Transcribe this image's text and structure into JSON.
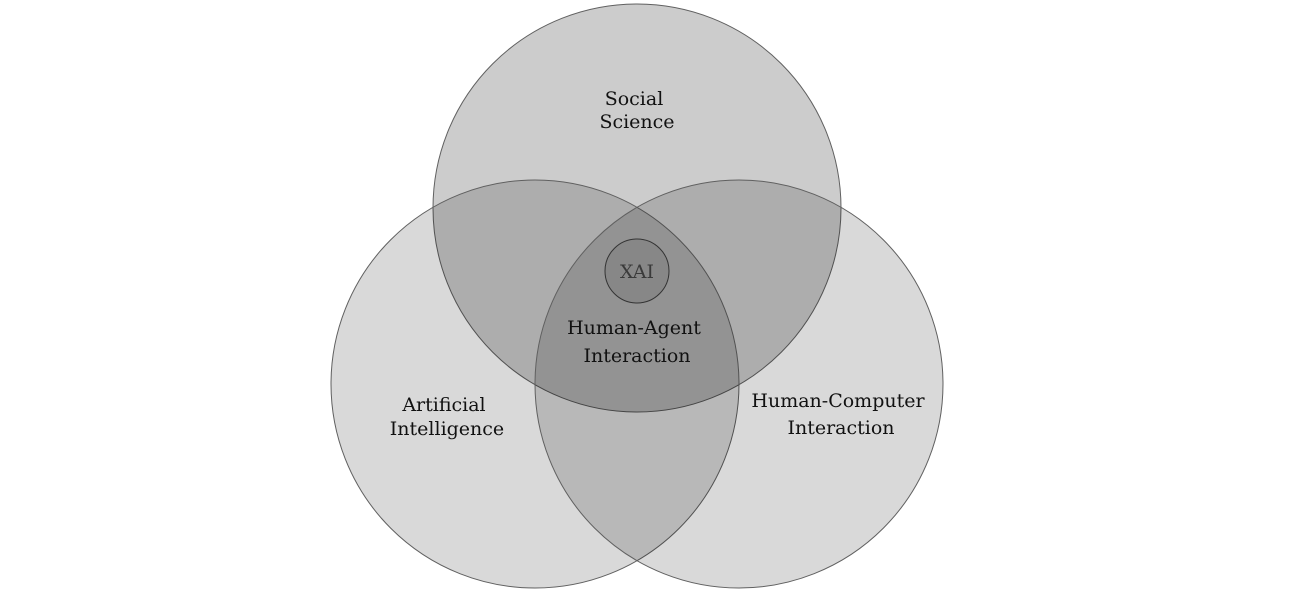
{
  "diagram": {
    "type": "venn",
    "sets": [
      {
        "id": "social-science",
        "lines": [
          "Social",
          "Science"
        ]
      },
      {
        "id": "artificial-intelligence",
        "lines": [
          "Artificial",
          "Intelligence"
        ]
      },
      {
        "id": "human-computer-interaction",
        "lines": [
          "Human-Computer",
          "Interaction"
        ]
      }
    ],
    "intersection": {
      "lines": [
        "Human-Agent",
        "Interaction"
      ]
    },
    "core": {
      "label": "XAI"
    },
    "colors": {
      "fill": "#000000",
      "fill_opacity": 0.2,
      "stroke": "#555555",
      "background": "#ffffff"
    }
  }
}
